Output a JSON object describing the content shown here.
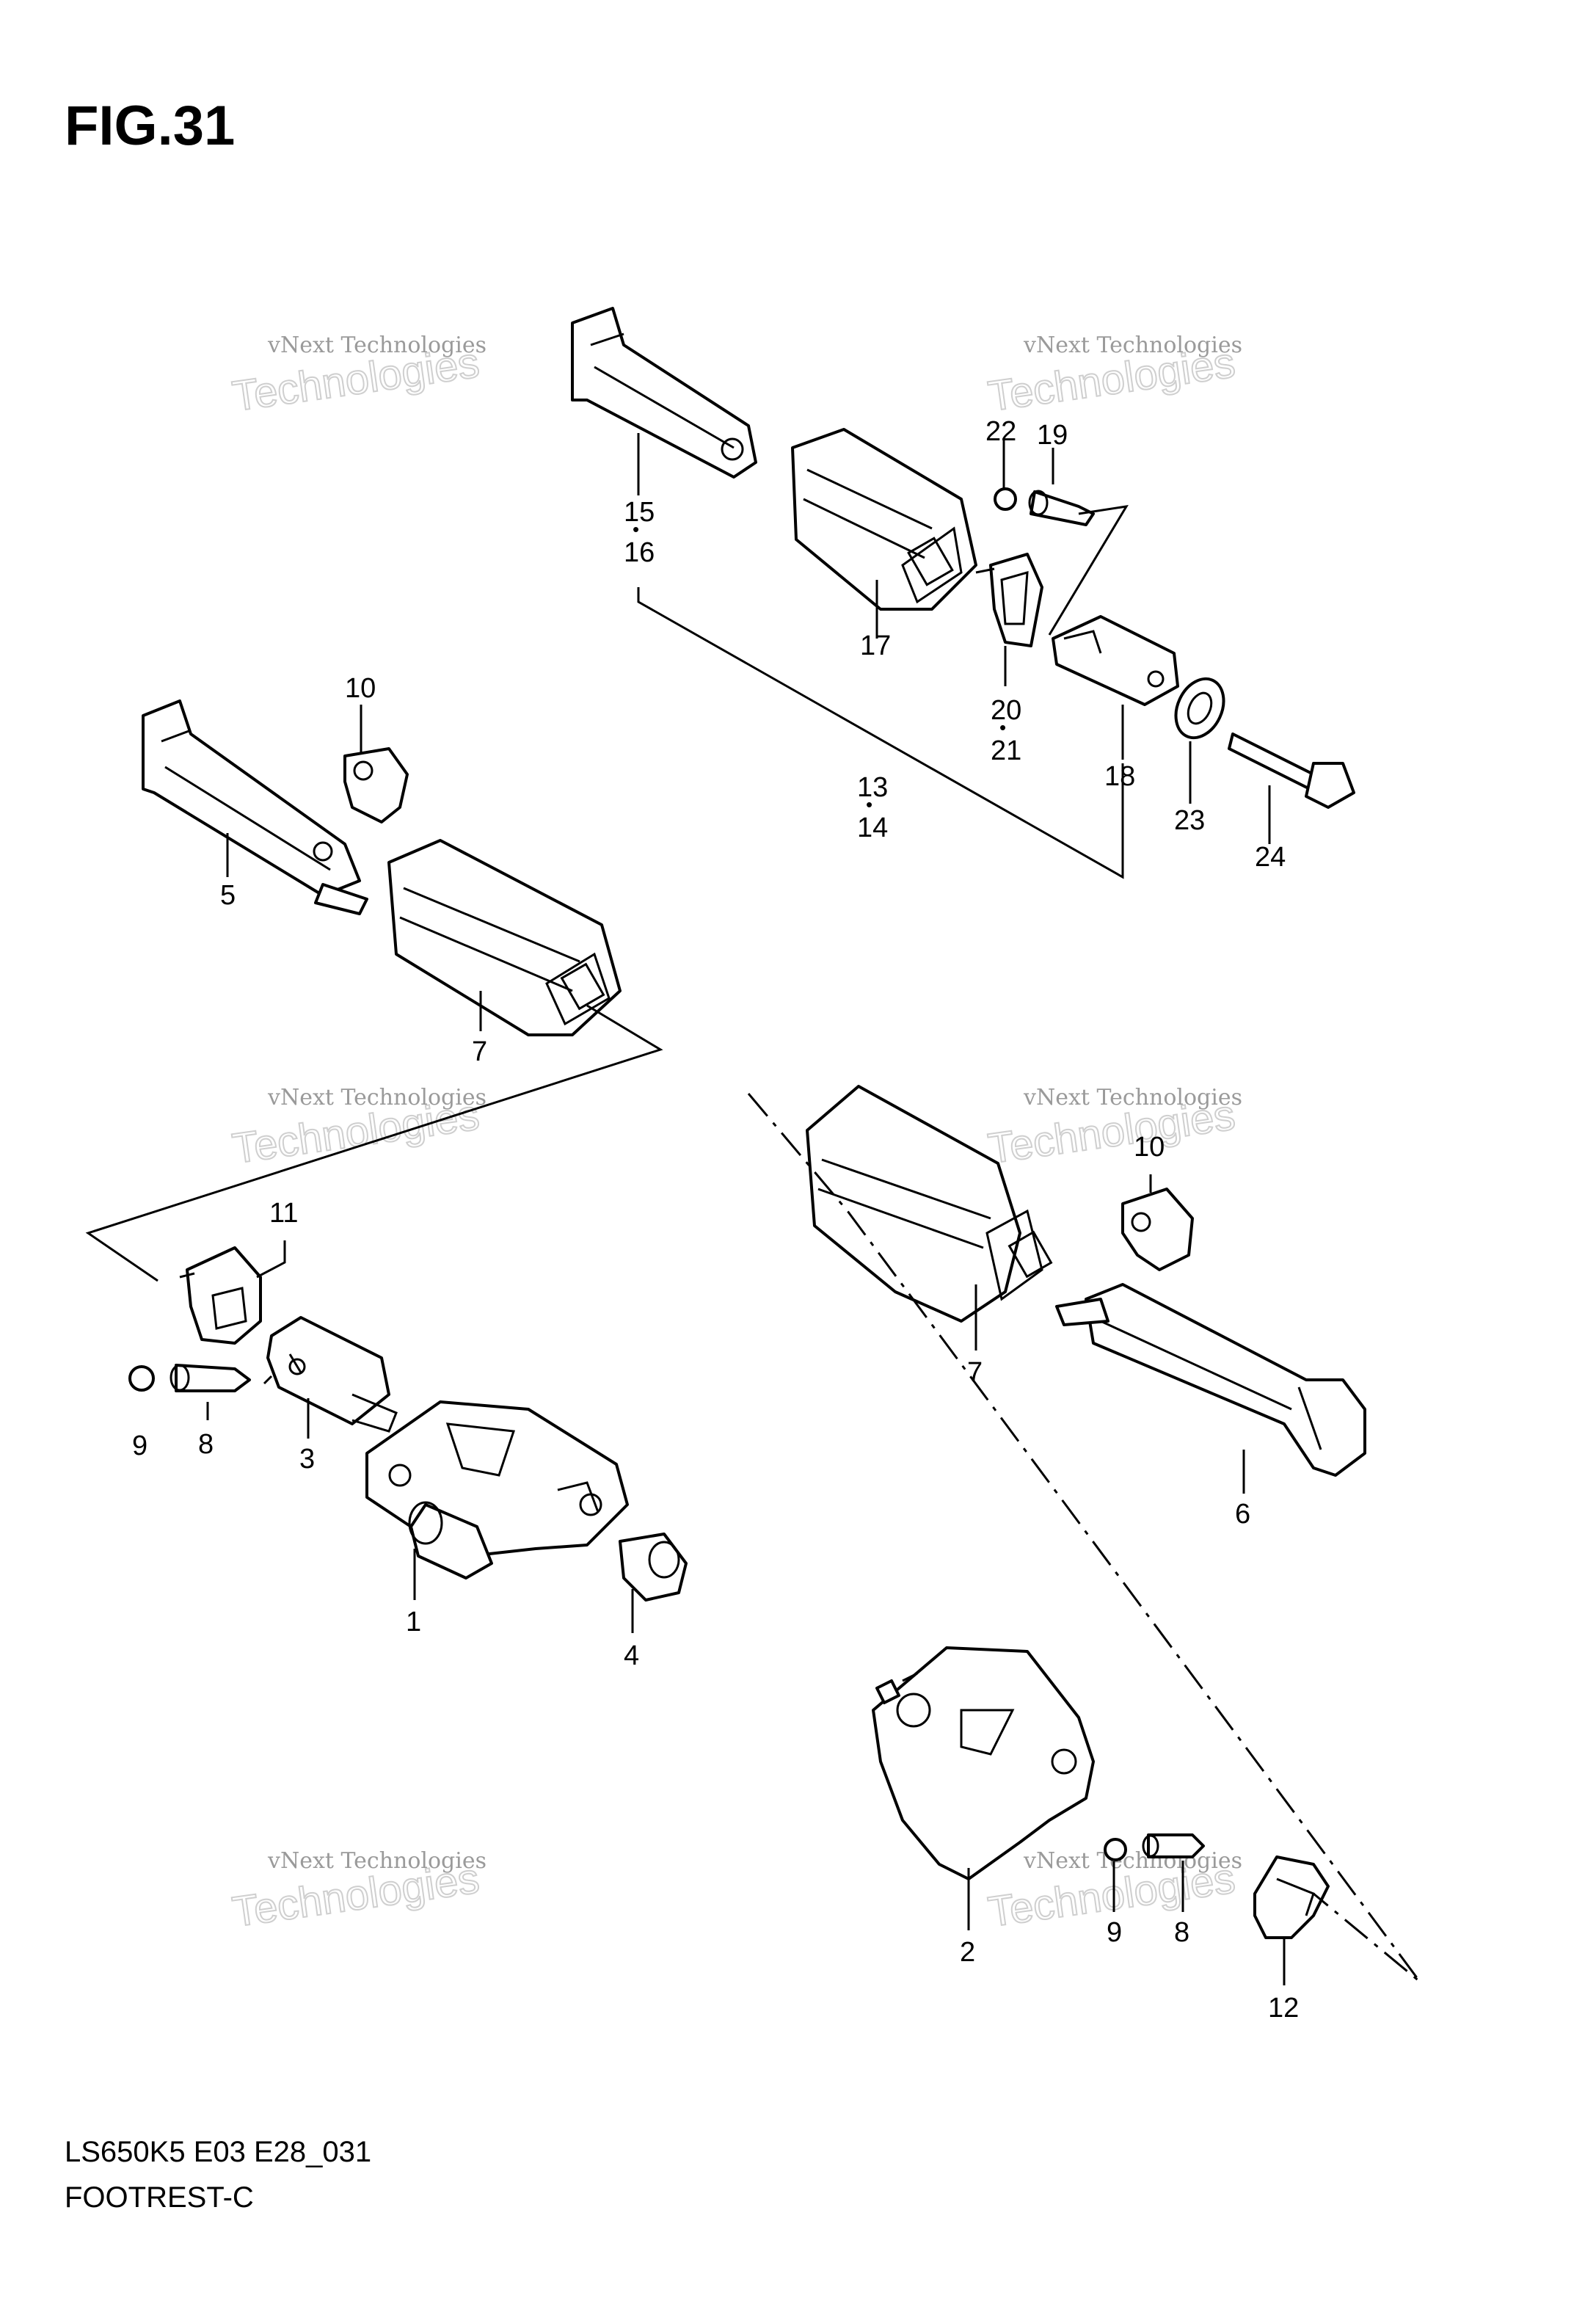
{
  "figure_title": "FIG.31",
  "footer": {
    "model_code": "LS650K5 E03 E28_031",
    "section_name": "FOOTREST-C"
  },
  "watermarks": [
    {
      "line1": "vNext Technologies",
      "line2": "Technologies"
    },
    {
      "line1": "vNext Technologies",
      "line2": "Technologies"
    },
    {
      "line1": "vNext Technologies",
      "line2": "Technologies"
    },
    {
      "line1": "vNext Technologies",
      "line2": "Technologies"
    },
    {
      "line1": "vNext Technologies",
      "line2": "Technologies"
    },
    {
      "line1": "vNext Technologies",
      "line2": "Technologies"
    }
  ],
  "callouts": [
    "15",
    "16",
    "22",
    "19",
    "17",
    "20",
    "21",
    "18",
    "13",
    "14",
    "23",
    "24",
    "10",
    "5",
    "7",
    "11",
    "9",
    "8",
    "3",
    "1",
    "4",
    "10",
    "7",
    "6",
    "2",
    "9",
    "8",
    "12"
  ],
  "separator_dots": [
    "•",
    "•",
    "•"
  ]
}
